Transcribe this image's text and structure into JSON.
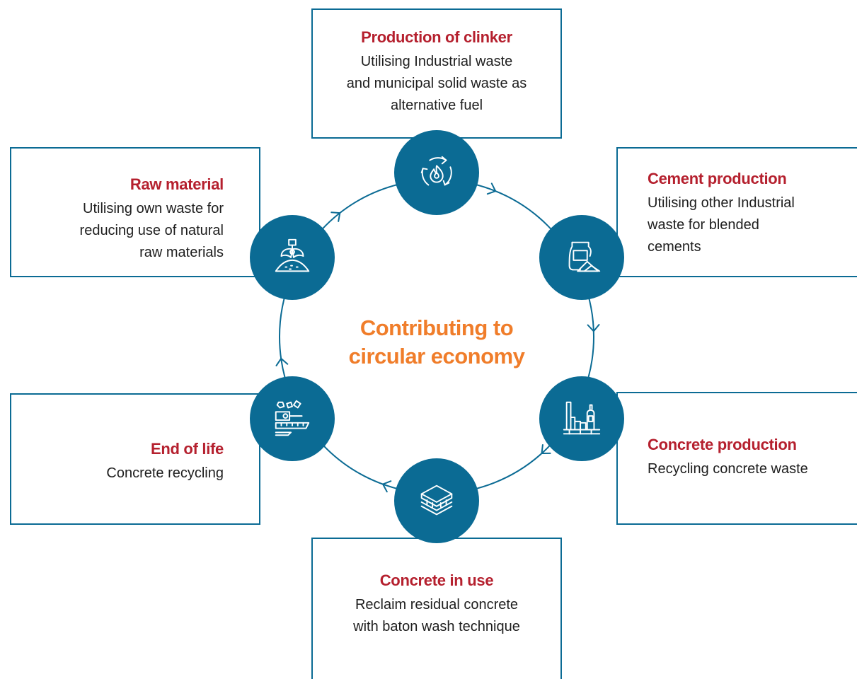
{
  "center": {
    "line1": "Contributing to",
    "line2": "circular economy"
  },
  "stages": {
    "clinker": {
      "title": "Production of clinker",
      "desc_lines": [
        "Utilising Industrial waste",
        "and municipal solid waste as",
        "alternative fuel"
      ],
      "icon": "recycle-flame-icon"
    },
    "cement": {
      "title": "Cement production",
      "desc_lines": [
        "Utilising other Industrial",
        "waste for blended",
        "cements"
      ],
      "icon": "cement-bag-icon"
    },
    "concrete": {
      "title": "Concrete production",
      "desc_lines": [
        "Recycling concrete waste"
      ],
      "icon": "concrete-plant-icon"
    },
    "use": {
      "title": "Concrete in use",
      "desc_lines": [
        "Reclaim residual concrete",
        "with baton wash technique"
      ],
      "icon": "concrete-layers-icon"
    },
    "end": {
      "title": "End of life",
      "desc_lines": [
        "Concrete recycling"
      ],
      "icon": "crusher-conveyor-icon"
    },
    "raw": {
      "title": "Raw material",
      "desc_lines": [
        "Utilising own waste for",
        "reducing use of natural",
        "raw materials"
      ],
      "icon": "excavator-pile-icon"
    }
  },
  "colors": {
    "ring": "#0b6b94",
    "stage_title": "#b5202e",
    "center_title": "#f07d2a",
    "text": "#1e1e1e"
  }
}
